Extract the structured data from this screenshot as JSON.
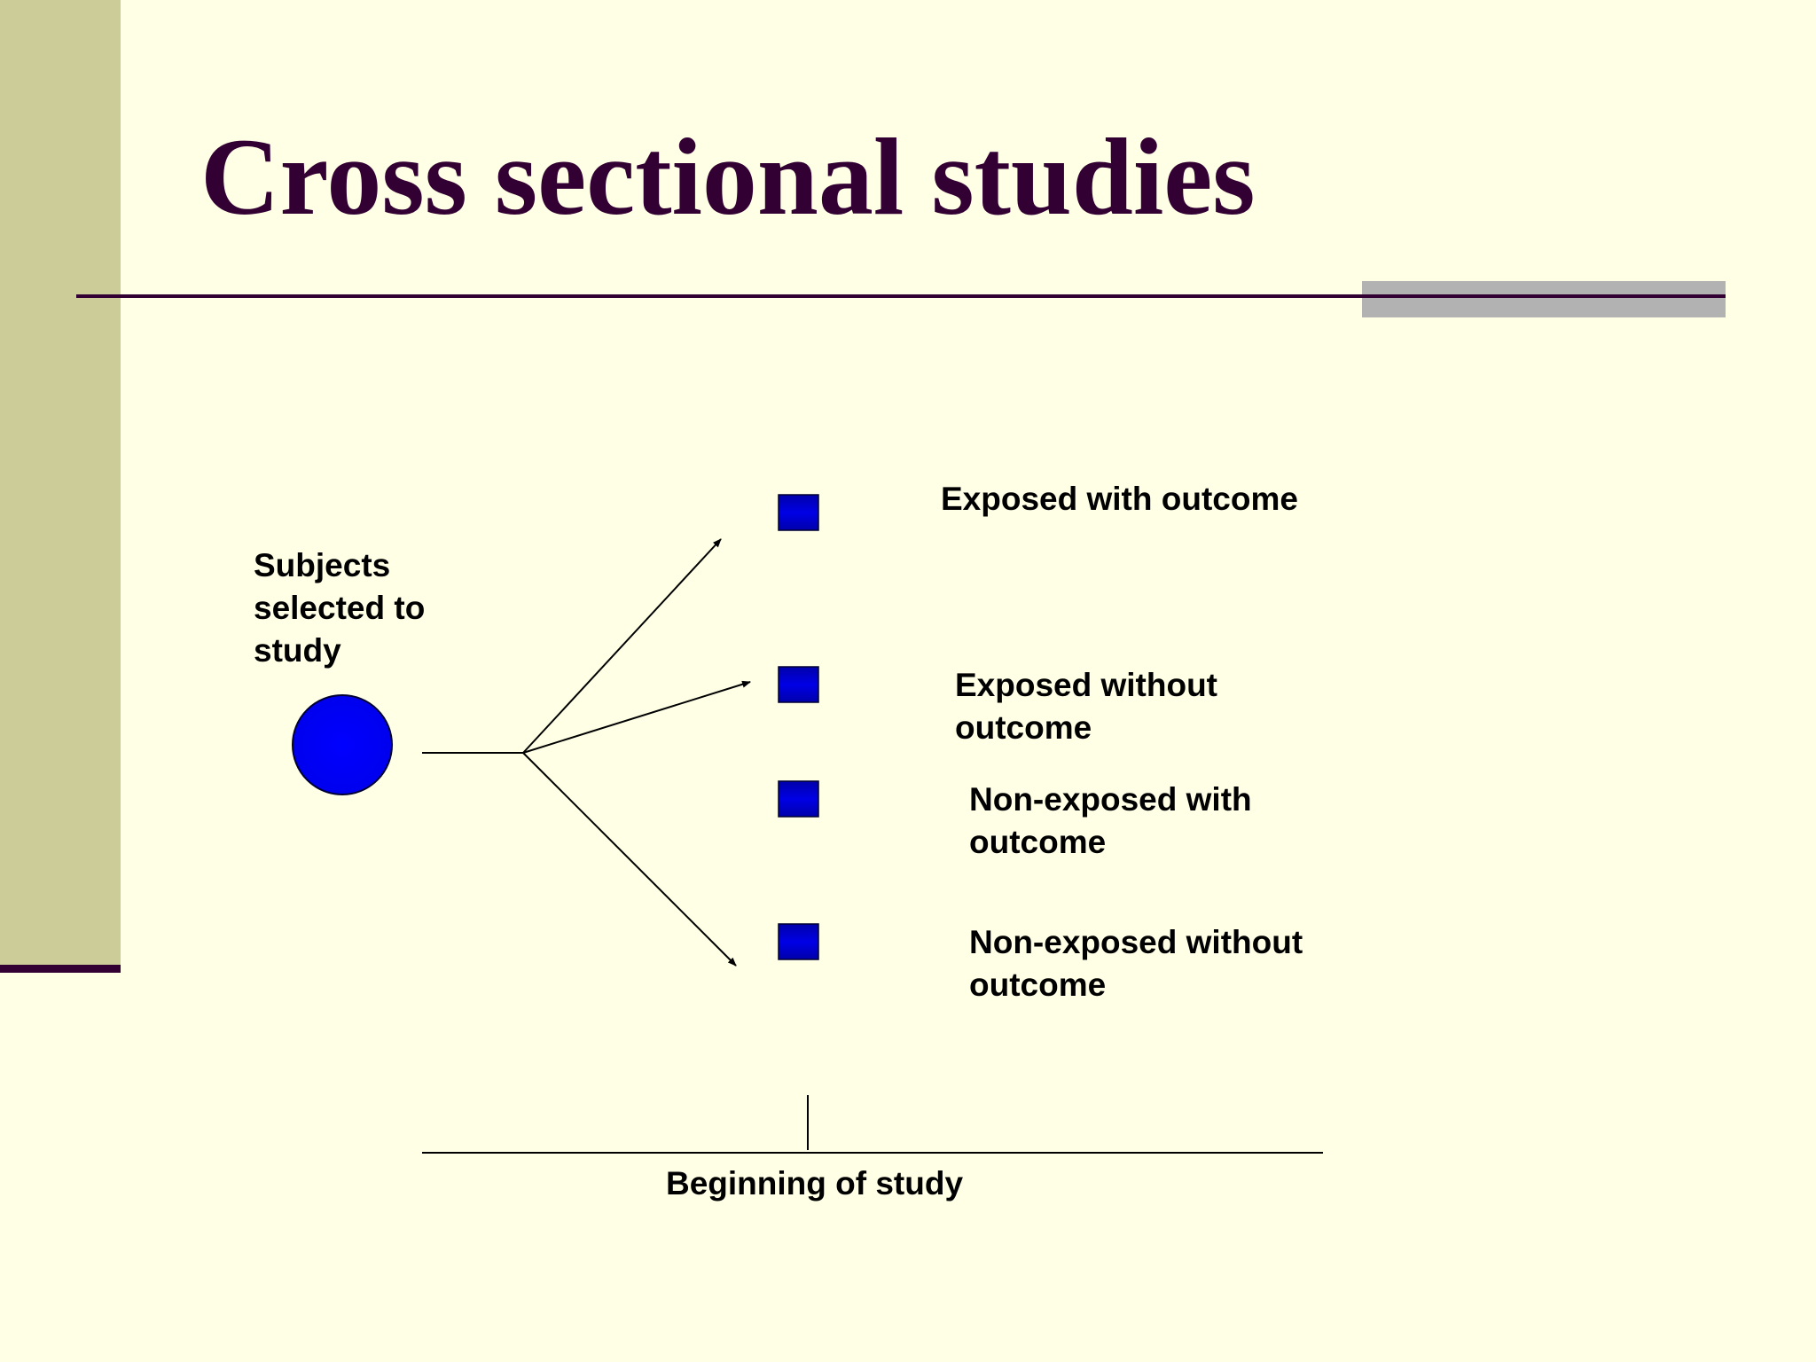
{
  "slide": {
    "title": "Cross sectional studies"
  },
  "diagram": {
    "population_label": "Subjects selected to study",
    "groups": [
      "Exposed with outcome",
      "Exposed without outcome",
      "Non-exposed with outcome",
      "Non-exposed without outcome"
    ],
    "timeline_label": "Beginning of study"
  },
  "colors": {
    "background": "#FFFFE6",
    "side_bar": "#CCCC99",
    "title_text": "#330033",
    "rule": "#330033",
    "rule_accent": "#B2B2B2",
    "circle_fill": "#0000FF",
    "square_fill": "#0000CC"
  }
}
